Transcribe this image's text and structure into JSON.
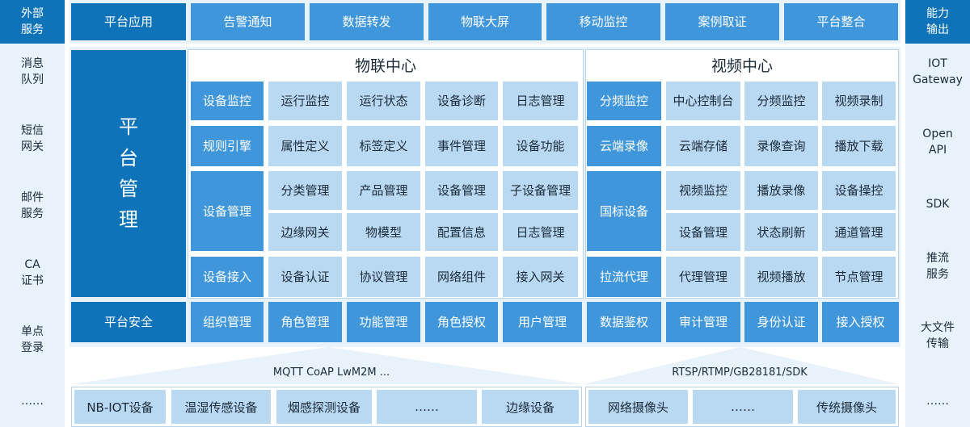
{
  "left_sidebar": {
    "header": "外部\n服务",
    "items": [
      "消息\n队列",
      "短信\n网关",
      "邮件\n服务",
      "CA\n证书",
      "单点\n登录",
      "……"
    ]
  },
  "right_sidebar": {
    "header": "能力\n输出",
    "items": [
      "IOT\nGateway",
      "Open\nAPI",
      "SDK",
      "推流\n服务",
      "大文件\n传输",
      "……"
    ]
  },
  "top_row": {
    "header": "平台应用",
    "items": [
      "告警通知",
      "数据转发",
      "物联大屏",
      "移动监控",
      "案例取证",
      "平台整合"
    ]
  },
  "platform_management": {
    "label": [
      "平",
      "台",
      "管",
      "理"
    ]
  },
  "iot_center": {
    "title": "物联中心",
    "rows": [
      {
        "category": "设备监控",
        "items": [
          "运行监控",
          "运行状态",
          "设备诊断",
          "日志管理"
        ]
      },
      {
        "category": "规则引擎",
        "items": [
          "属性定义",
          "标签定义",
          "事件管理",
          "设备功能"
        ]
      },
      {
        "category": "设备管理",
        "items": [
          "分类管理",
          "产品管理",
          "设备管理",
          "子设备管理",
          "边缘网关",
          "物模型",
          "配置信息",
          "日志管理"
        ]
      },
      {
        "category": "设备接入",
        "items": [
          "设备认证",
          "协议管理",
          "网络组件",
          "接入网关"
        ]
      }
    ]
  },
  "video_center": {
    "title": "视频中心",
    "rows": [
      {
        "category": "分频监控",
        "items": [
          "中心控制台",
          "分频监控",
          "视频录制"
        ]
      },
      {
        "category": "云端录像",
        "items": [
          "云端存储",
          "录像查询",
          "播放下载"
        ]
      },
      {
        "category": "国标设备",
        "items": [
          "视频监控",
          "播放录像",
          "设备操控",
          "设备管理",
          "状态刷新",
          "通道管理"
        ]
      },
      {
        "category": "拉流代理",
        "items": [
          "代理管理",
          "视频播放",
          "节点管理"
        ]
      }
    ]
  },
  "security_row": {
    "header": "平台安全",
    "items": [
      "组织管理",
      "角色管理",
      "功能管理",
      "角色授权",
      "用户管理",
      "数据鉴权",
      "审计管理",
      "身份认证",
      "接入授权"
    ]
  },
  "iot_devices": {
    "protocols": "MQTT CoAP LwM2M ...",
    "items": [
      "NB-IOT设备",
      "温湿传感设备",
      "烟感探测设备",
      "……",
      "边缘设备"
    ]
  },
  "video_devices": {
    "protocols": "RTSP/RTMP/GB28181/SDK",
    "items": [
      "网络摄像头",
      "……",
      "传统摄像头"
    ]
  },
  "colors": {
    "dark": "#0e73b8",
    "mid": "#3f96da",
    "light": "#b9d8f2",
    "panel": "#e7f2fb"
  }
}
